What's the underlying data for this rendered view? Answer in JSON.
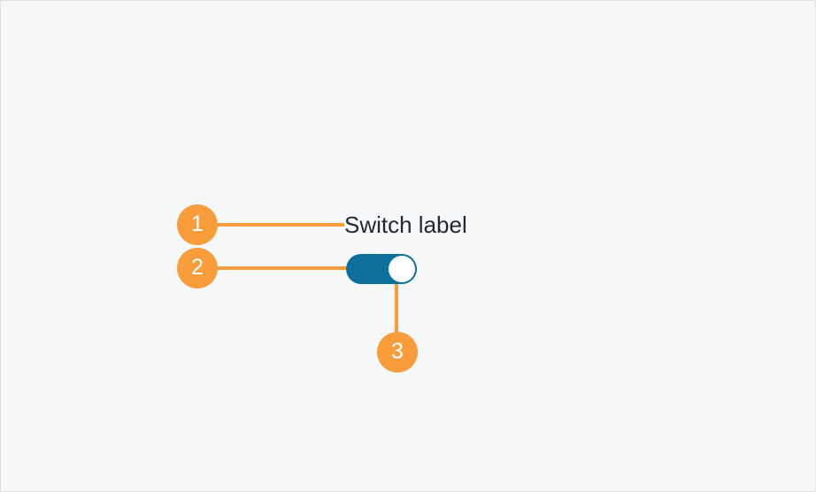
{
  "canvas": {
    "background_color": "#f5f7f9",
    "border_color": "#e0e0e0"
  },
  "component": {
    "name": "switch",
    "state": "on",
    "label": "Switch label",
    "track_color": "#0f6f9c",
    "knob_color": "#ffffff",
    "label_color": "#222a31"
  },
  "annotations": {
    "accent_color": "#f89c3c",
    "callouts": [
      {
        "number": "1",
        "target": "switch-label"
      },
      {
        "number": "2",
        "target": "switch-track"
      },
      {
        "number": "3",
        "target": "switch-knob"
      }
    ]
  }
}
